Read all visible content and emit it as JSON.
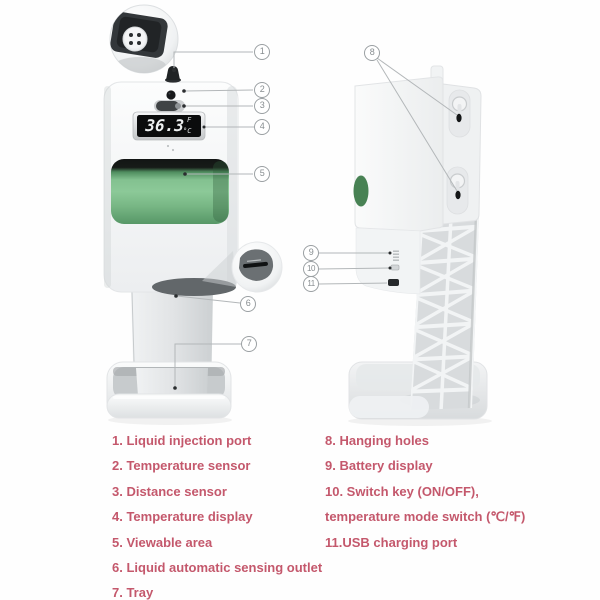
{
  "display": {
    "value": "36.3",
    "unit_fahrenheit": "F",
    "unit_celsius": "°C"
  },
  "callouts": [
    "1",
    "2",
    "3",
    "4",
    "5",
    "6",
    "7",
    "8",
    "9",
    "10",
    "11"
  ],
  "legend": {
    "left": [
      "1. Liquid injection port",
      "2. Temperature sensor",
      "3. Distance sensor",
      "4. Temperature display",
      "5. Viewable area",
      "6. Liquid automatic sensing outlet",
      "7. Tray"
    ],
    "right": [
      "8. Hanging holes",
      "9. Battery display",
      "10. Switch key (ON/OFF),",
      "temperature mode switch (℃/℉)",
      "11.USB charging port"
    ]
  },
  "colors": {
    "legend_text": "#c4586c",
    "viewable_window_green": "#7fbc8b",
    "display_background": "#0b0c0d",
    "display_digits": "#eef1f2",
    "callout_ring": "#9ba0a3"
  }
}
